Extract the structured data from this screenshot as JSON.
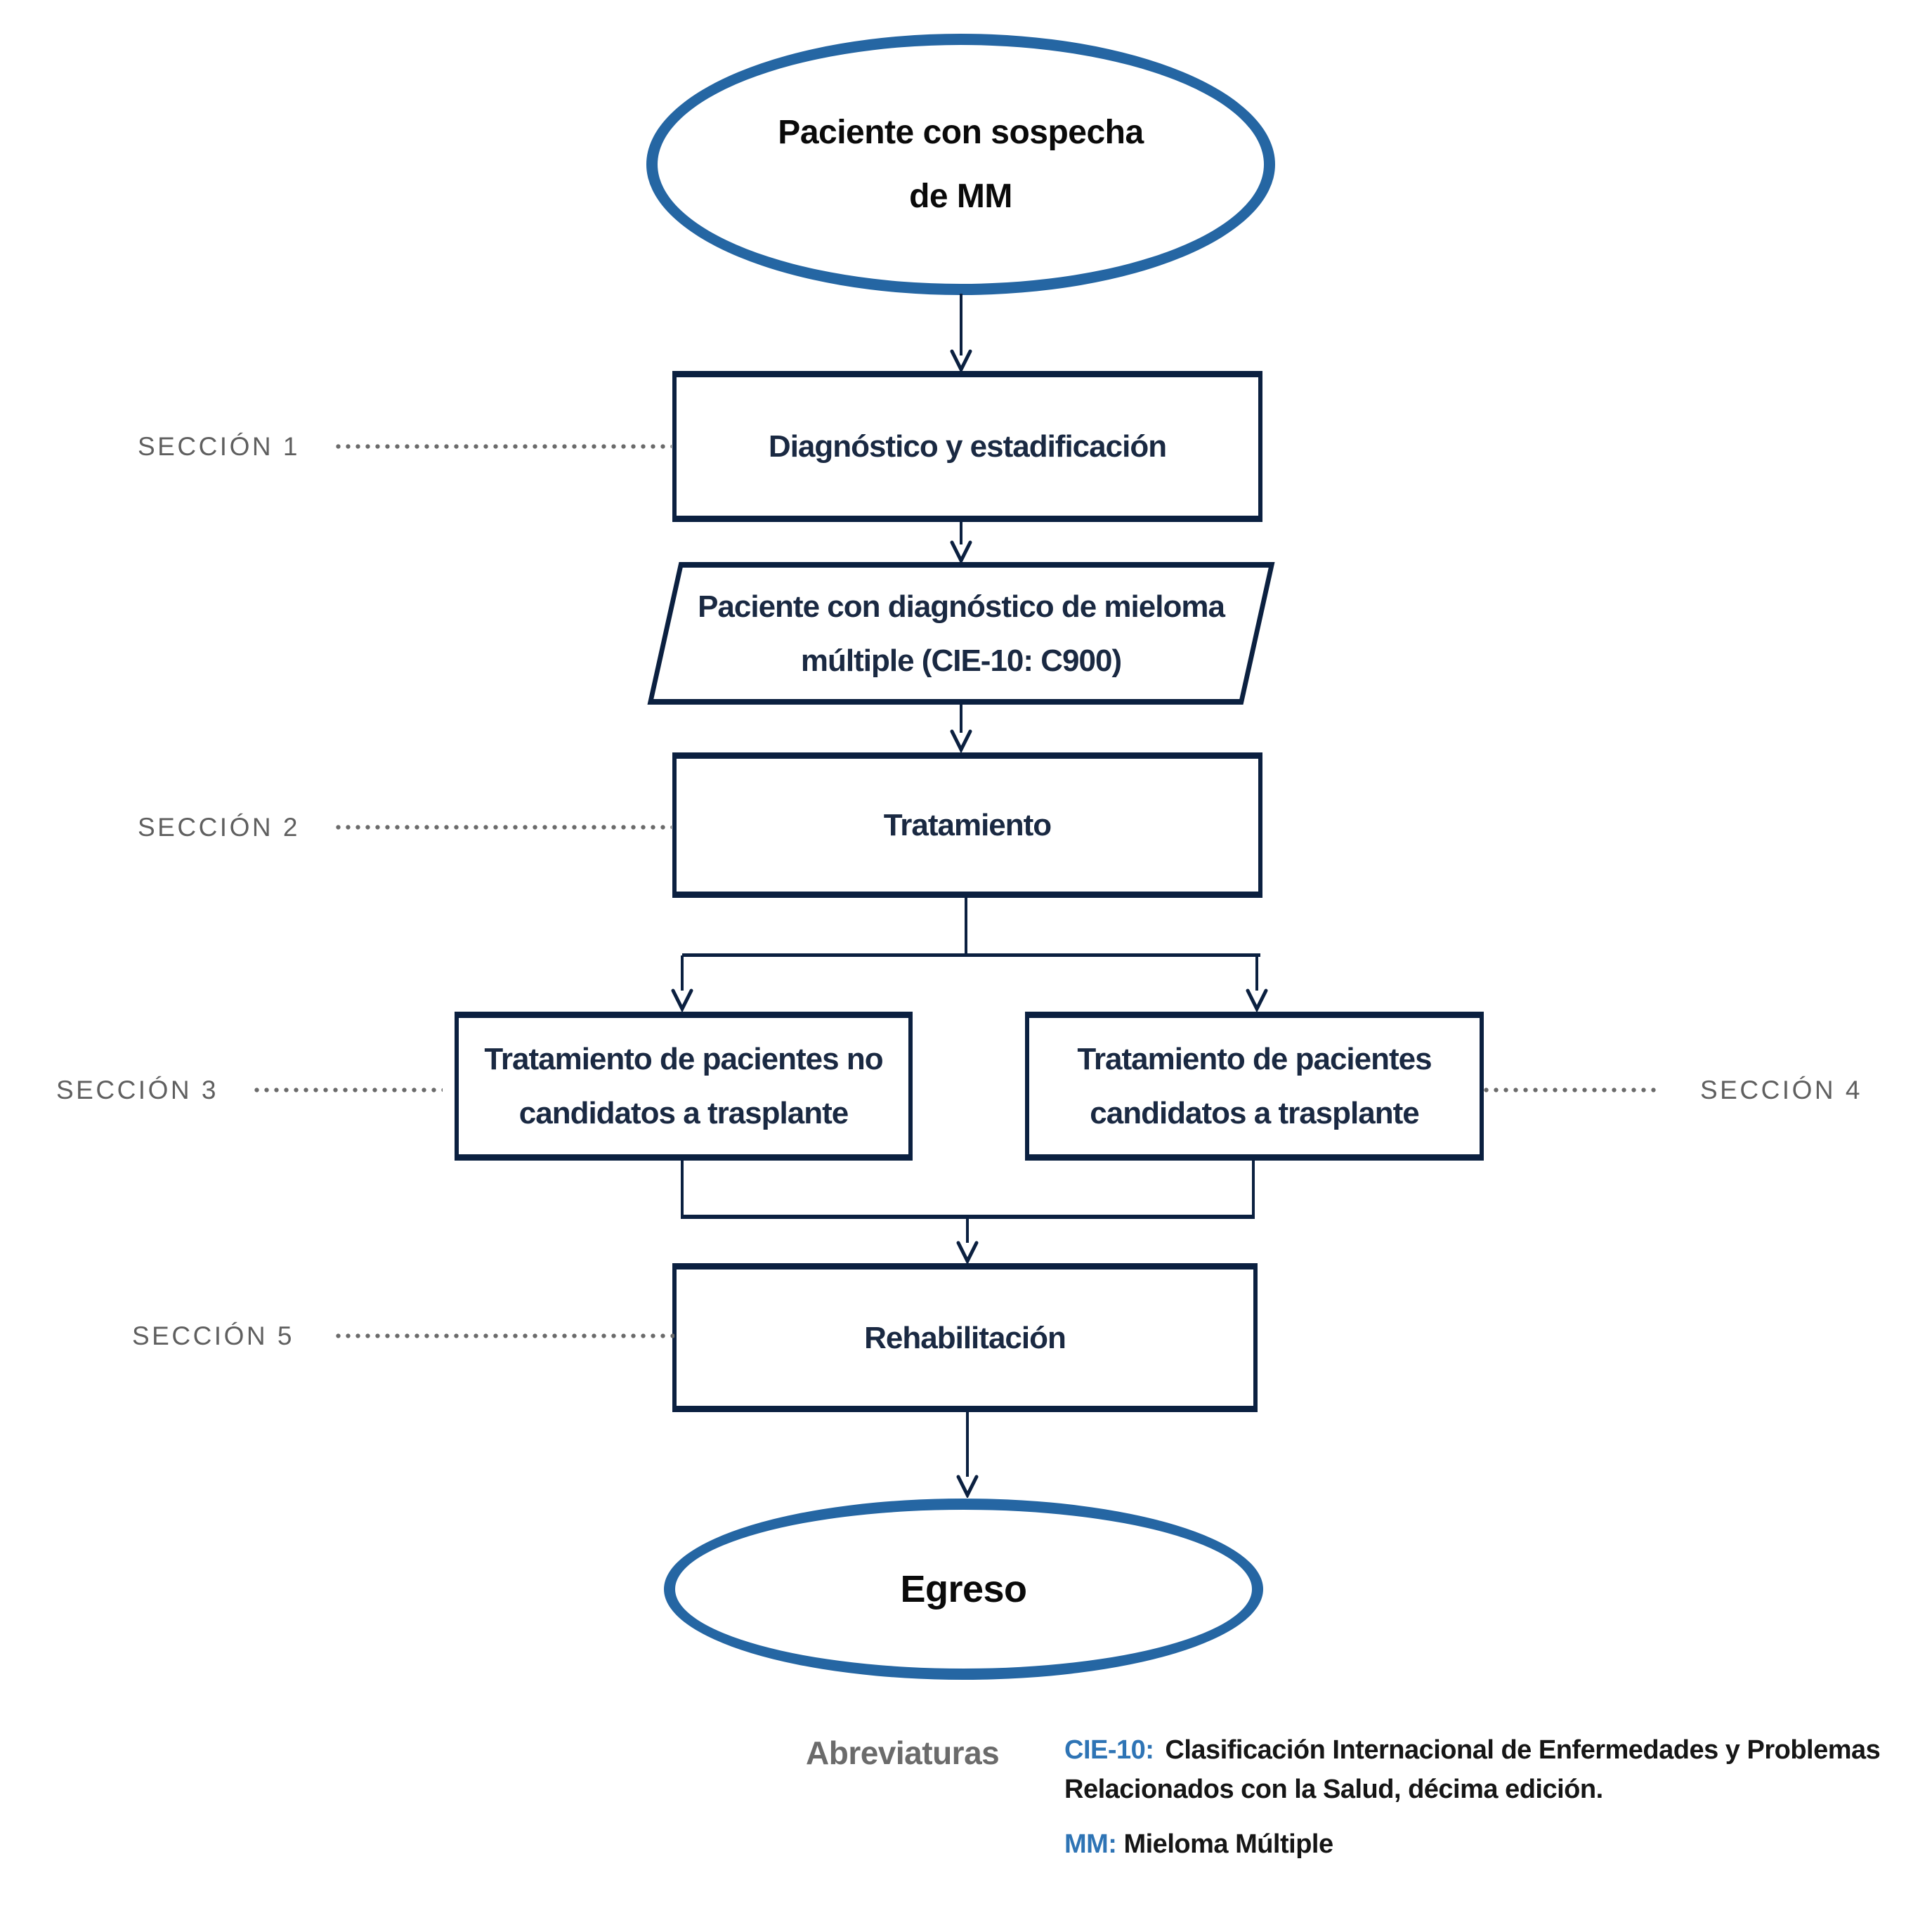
{
  "flowchart": {
    "nodes": {
      "start": {
        "shape": "oval",
        "label": "Paciente con sospecha\nde MM"
      },
      "diagnosis": {
        "shape": "rectangle",
        "label": "Diagnóstico y estadificación"
      },
      "diagnosed": {
        "shape": "parallelogram",
        "label": "Paciente con diagnóstico de mieloma\nmúltiple (CIE-10: C900)"
      },
      "treatment": {
        "shape": "rectangle",
        "label": "Tratamiento"
      },
      "no_transplant": {
        "shape": "rectangle",
        "label": "Tratamiento de pacientes no\ncandidatos a trasplante"
      },
      "transplant": {
        "shape": "rectangle",
        "label": "Tratamiento de pacientes\ncandidatos a trasplante"
      },
      "rehabilitation": {
        "shape": "rectangle",
        "label": "Rehabilitación"
      },
      "end": {
        "shape": "oval",
        "label": "Egreso"
      }
    },
    "sections": {
      "s1": "SECCIÓN 1",
      "s2": "SECCIÓN 2",
      "s3": "SECCIÓN 3",
      "s4": "SECCIÓN 4",
      "s5": "SECCIÓN 5"
    }
  },
  "abbreviations": {
    "heading": "Abreviaturas",
    "items": [
      {
        "term": "CIE-10:",
        "definition": "Clasificación Internacional de Enfermedades y Problemas\nRelacionados con la Salud, décima edición."
      },
      {
        "term": "MM:",
        "definition": "Mieloma Múltiple"
      }
    ]
  },
  "colors": {
    "background": "#ffffff",
    "shape_border": "#0b2040",
    "shape_text": "#1a2942",
    "terminator_border": "#2566a3",
    "terminator_text": "#0a0a0a",
    "connector": "#0b2040",
    "section_label": "#5f5f5f",
    "dotted_leader": "#6a6a6a",
    "abbr_heading": "#6b6b6b",
    "abbr_term": "#2e74b5",
    "abbr_text": "#161616"
  }
}
